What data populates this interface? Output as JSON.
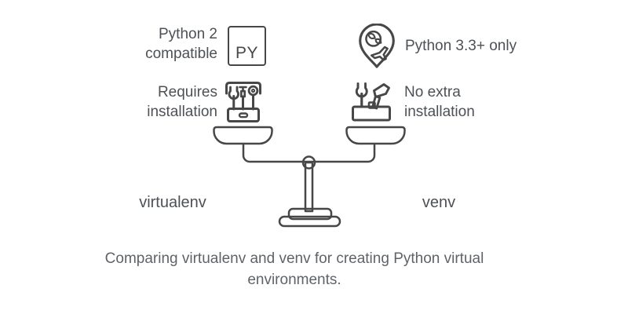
{
  "diagram": {
    "type": "balance-comparison",
    "caption": "Comparing virtualenv and venv for creating Python virtual\nenvironments.",
    "left": {
      "label": "virtualenv",
      "features": [
        {
          "text": "Python 2\ncompatible",
          "icon": "py-badge-icon",
          "icon_text": "PY"
        },
        {
          "text": "Requires\ninstallation",
          "icon": "toolbox-icon"
        }
      ],
      "pan_color": "#F9A96B"
    },
    "right": {
      "label": "venv",
      "features": [
        {
          "text": "Python 3.3+ only",
          "icon": "travel-pin-icon"
        },
        {
          "text": "No extra\ninstallation",
          "icon": "tools-icon"
        }
      ],
      "pan_color": "#78E6AE"
    },
    "colors": {
      "outline": "#474747",
      "feature_text": "#4d5156",
      "caption_text": "#5f6368",
      "stand_fill": "#f0f0f0",
      "left_pan": "#F9A96B",
      "right_pan": "#78E6AE"
    }
  }
}
